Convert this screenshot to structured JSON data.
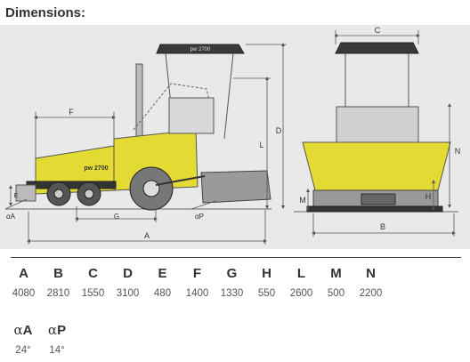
{
  "heading": "Dimensions:",
  "drawing": {
    "side_labels": {
      "plate": "pw 2700",
      "roof": "pw 2700",
      "F": "F",
      "L": "L",
      "D": "D",
      "E": "E",
      "G": "G",
      "A": "A",
      "alpha_A": "αA",
      "alpha_P": "αP"
    },
    "front_labels": {
      "C": "C",
      "N": "N",
      "M": "M",
      "H": "H",
      "B": "B"
    }
  },
  "dimensions": {
    "headers": [
      "A",
      "B",
      "C",
      "D",
      "E",
      "F",
      "G",
      "H",
      "L",
      "M",
      "N"
    ],
    "values": [
      "4080",
      "2810",
      "1550",
      "3100",
      "480",
      "1400",
      "1330",
      "550",
      "2600",
      "500",
      "2200"
    ]
  },
  "angles": {
    "headers": [
      {
        "symbol": "α",
        "letter": "A"
      },
      {
        "symbol": "α",
        "letter": "P"
      }
    ],
    "values": [
      "24°",
      "14°"
    ]
  },
  "colors": {
    "machine_yellow": "#e4da34",
    "drawing_background": "#e9e9e9",
    "line": "#555555"
  }
}
